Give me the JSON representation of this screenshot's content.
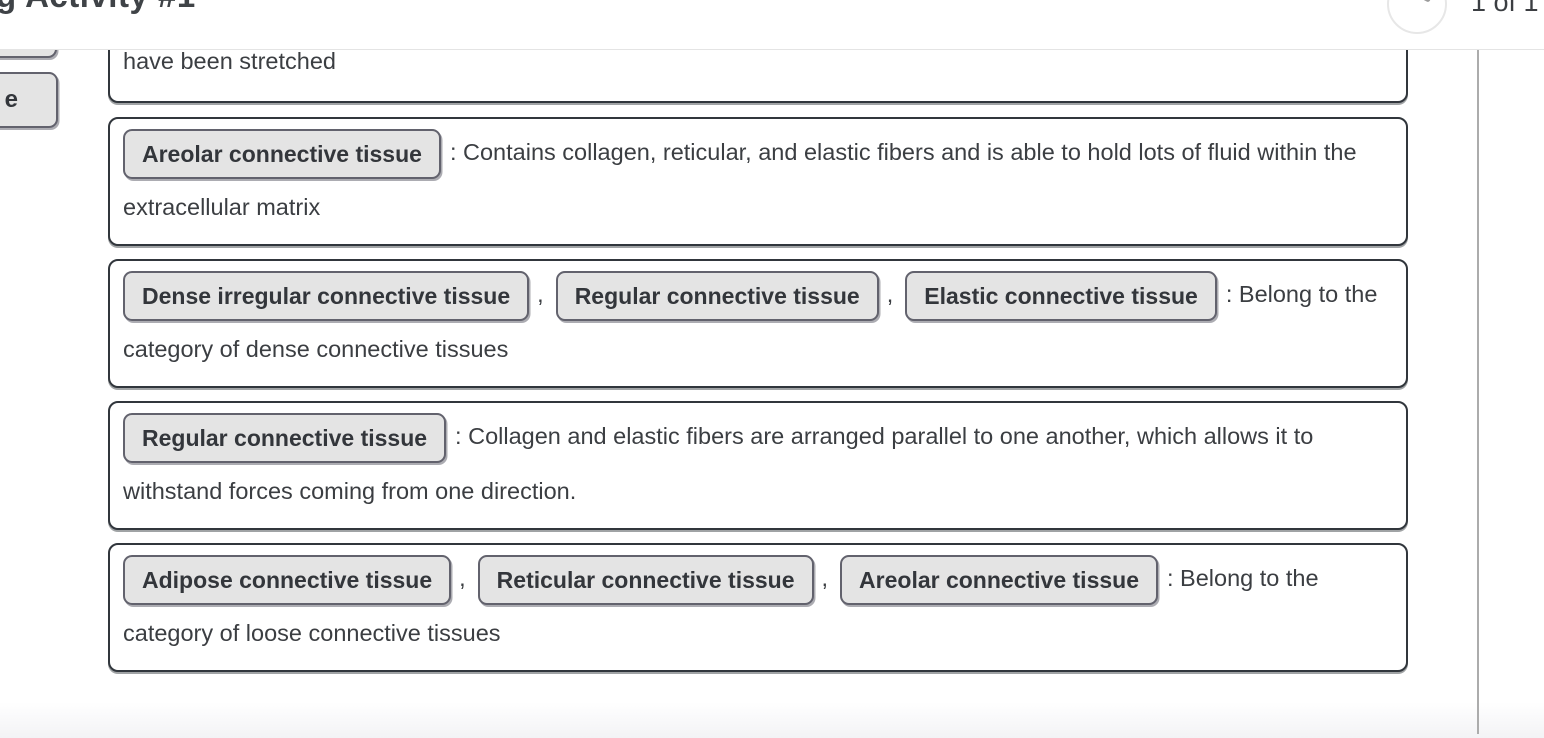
{
  "header": {
    "title_fragment": "g Activity #1",
    "pagination": "1 of 1"
  },
  "word_bank": {
    "visible_fragment": "e"
  },
  "ui": {
    "separator": ",",
    "colors": {
      "box_border": "#31363c",
      "chip_background": "#e4e4e4",
      "chip_border": "#62626d",
      "body_text": "#3b3e42",
      "header_line": "#e4e4e4",
      "panel_divider": "#acacac"
    }
  },
  "matches": [
    {
      "partial": true,
      "chips": [],
      "text": "have been stretched"
    },
    {
      "chips": [
        "Areolar connective tissue"
      ],
      "text": ": Contains collagen, reticular, and elastic fibers and is able to hold lots of fluid within the extracellular matrix"
    },
    {
      "chips": [
        "Dense irregular connective tissue",
        "Regular connective tissue",
        "Elastic connective tissue"
      ],
      "text": ": Belong to the category of dense connective tissues"
    },
    {
      "chips": [
        "Regular connective tissue"
      ],
      "text": ": Collagen and elastic fibers are arranged parallel to one another, which allows it to withstand forces coming from one direction."
    },
    {
      "chips": [
        "Adipose connective tissue",
        "Reticular connective tissue",
        "Areolar connective tissue"
      ],
      "text": ": Belong to the category of loose connective tissues"
    }
  ]
}
